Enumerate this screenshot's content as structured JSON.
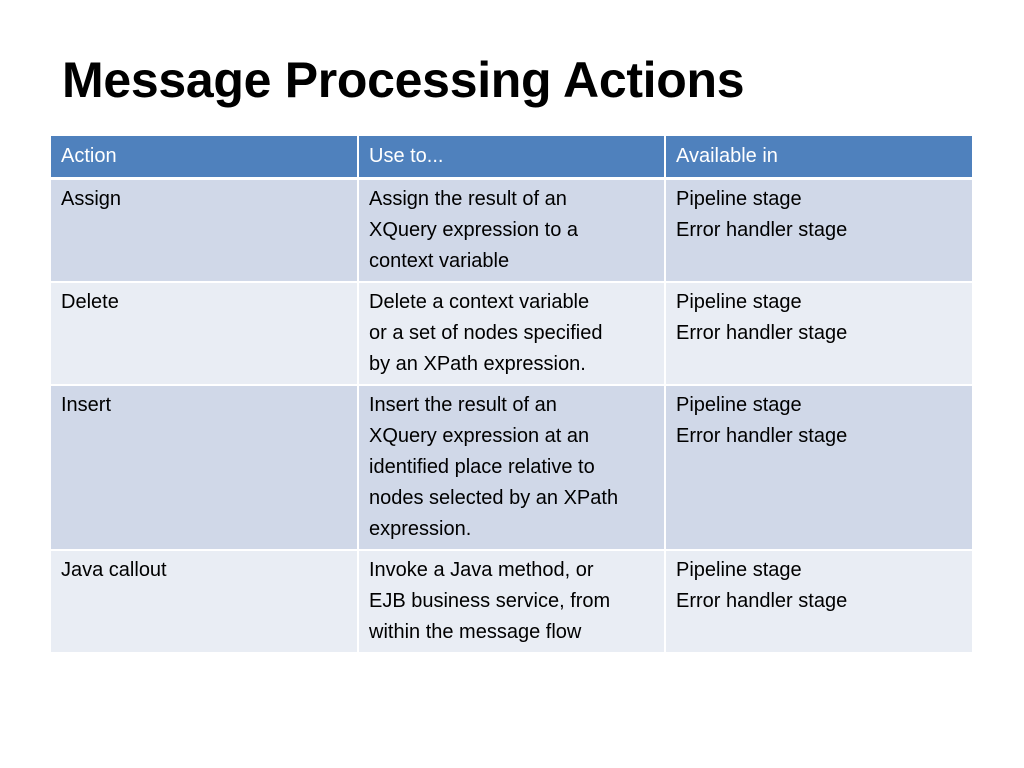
{
  "slide": {
    "title": "Message Processing Actions"
  },
  "table": {
    "headers": [
      "Action",
      "Use to...",
      "Available in"
    ],
    "rows": [
      {
        "action": "Assign",
        "use_to": [
          "Assign the result of an",
          "XQuery expression to a",
          "context variable"
        ],
        "available_in": [
          "Pipeline stage",
          "Error handler stage"
        ]
      },
      {
        "action": "Delete",
        "use_to": [
          "Delete a context variable",
          "or a set of nodes specified",
          "by an XPath expression."
        ],
        "available_in": [
          "Pipeline stage",
          "Error handler stage"
        ]
      },
      {
        "action": "Insert",
        "use_to": [
          "Insert the result of an",
          "XQuery expression at an",
          "identified place relative to",
          "nodes selected by an XPath",
          "expression."
        ],
        "available_in": [
          "Pipeline stage",
          "Error handler stage"
        ]
      },
      {
        "action": "Java callout",
        "use_to": [
          "Invoke a Java method, or",
          "EJB business service, from",
          "within the message flow"
        ],
        "available_in": [
          "Pipeline stage",
          "Error handler stage"
        ]
      }
    ]
  },
  "colors": {
    "header_bg": "#4f81bd",
    "row_odd_bg": "#d0d8e8",
    "row_even_bg": "#e9edf4"
  }
}
